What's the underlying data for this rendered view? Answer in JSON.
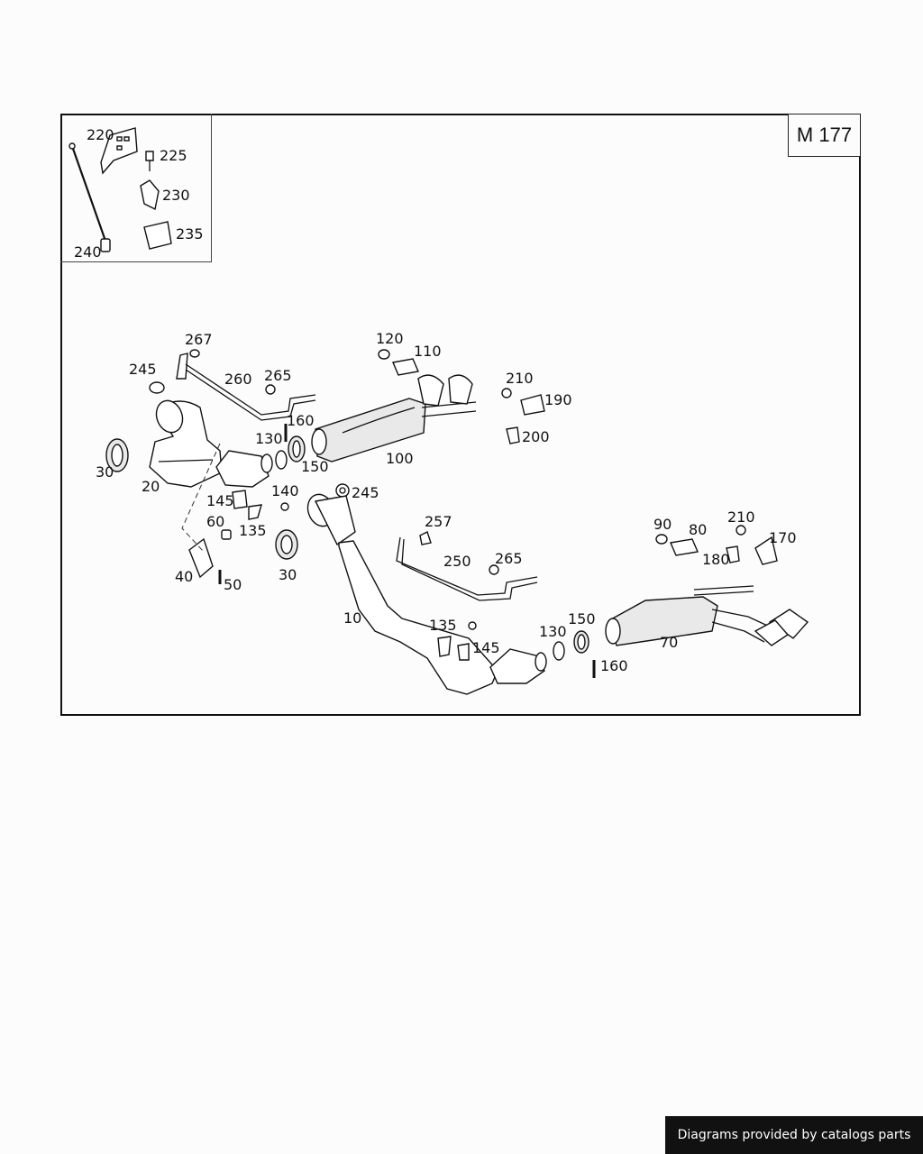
{
  "engine_code": "M 177",
  "labels": {
    "p10": "10",
    "p20": "20",
    "p30a": "30",
    "p30b": "30",
    "p40": "40",
    "p50": "50",
    "p60": "60",
    "p70": "70",
    "p80": "80",
    "p90": "90",
    "p100": "100",
    "p110": "110",
    "p120": "120",
    "p130a": "130",
    "p130b": "130",
    "p135a": "135",
    "p135b": "135",
    "p140": "140",
    "p145a": "145",
    "p145b": "145",
    "p150a": "150",
    "p150b": "150",
    "p160a": "160",
    "p160b": "160",
    "p170": "170",
    "p180": "180",
    "p190": "190",
    "p200": "200",
    "p210a": "210",
    "p210b": "210",
    "p220": "220",
    "p225": "225",
    "p230": "230",
    "p235": "235",
    "p240": "240",
    "p245a": "245",
    "p245b": "245",
    "p250": "250",
    "p257": "257",
    "p260": "260",
    "p265a": "265",
    "p265b": "265",
    "p267": "267"
  },
  "footer": "Diagrams provided by catalogs parts"
}
